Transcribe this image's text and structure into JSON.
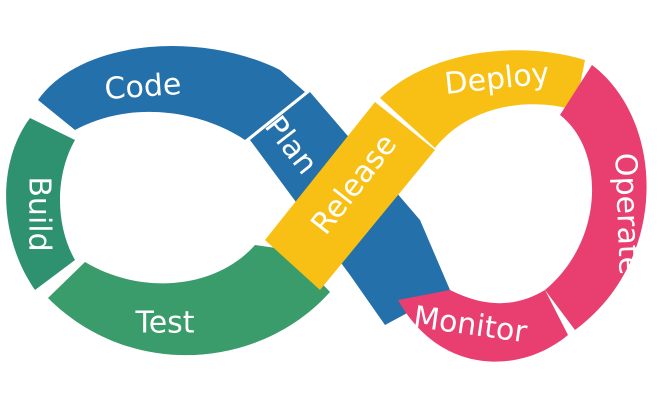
{
  "colors": {
    "code": "#2470AB",
    "build": "#2E9170",
    "test": "#3A9B6B",
    "plan": "#2470AB",
    "release": "#F8C014",
    "deploy": "#F8C014",
    "operate": "#E83E70",
    "monitor": "#E83E70"
  },
  "stages": {
    "code": "Code",
    "build": "Build",
    "test": "Test",
    "plan": "Plan",
    "release": "Release",
    "deploy": "Deploy",
    "operate": "Operate",
    "monitor": "Monitor"
  }
}
